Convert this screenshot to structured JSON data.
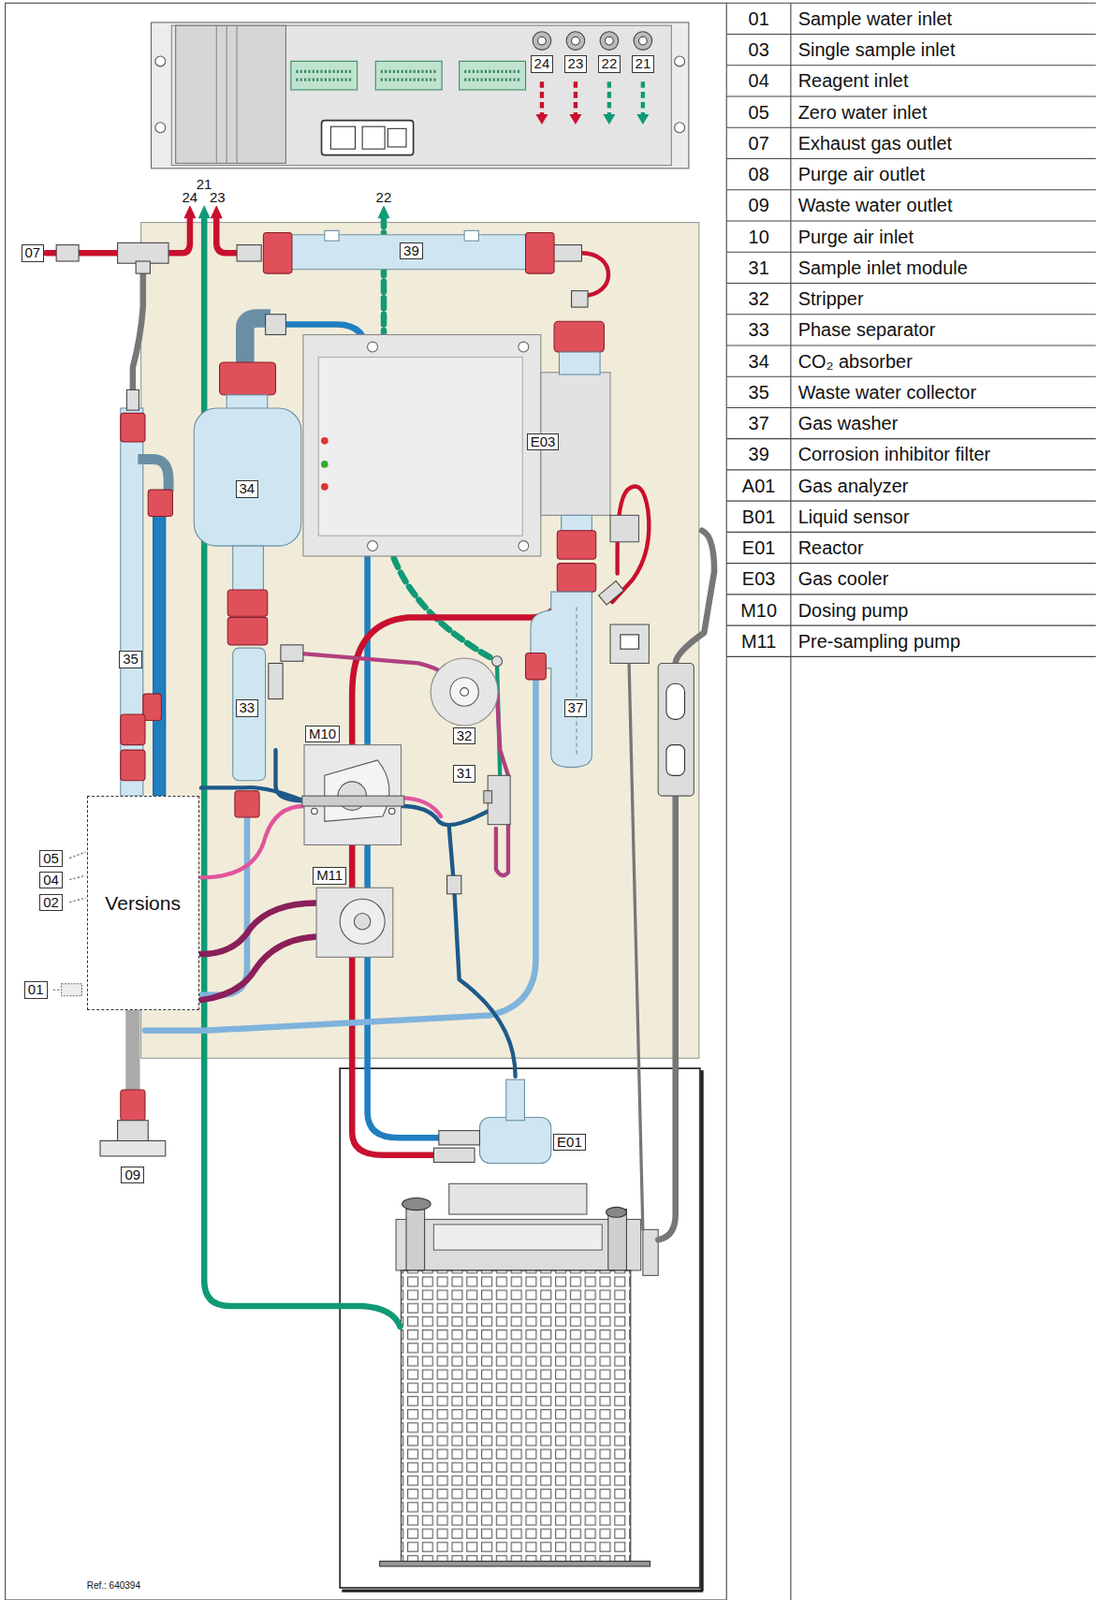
{
  "diagram": {
    "nodes": [
      {
        "text": [
          "Versions"
        ]
      }
    ],
    "labels": [
      "24",
      "23",
      "22",
      "21",
      "21",
      "24",
      "23",
      "22",
      "07",
      "39",
      "34",
      "E03",
      "35",
      "33",
      "32",
      "M10",
      "31",
      "37",
      "05",
      "04",
      "02",
      "01",
      "M11",
      "E01",
      "09",
      "Ref.: 640394",
      "01",
      "Sample water inlet",
      "03",
      "Single sample inlet",
      "04",
      "Reagent inlet",
      "05",
      "Zero water inlet",
      "07",
      "Exhaust gas outlet",
      "08",
      "Purge air outlet",
      "09",
      "Waste water outlet",
      "10",
      "Purge air inlet",
      "31",
      "Sample inlet module",
      "32",
      "Stripper",
      "33",
      "Phase separator",
      "34",
      "CO₂ absorber",
      "35",
      "Waste water collector",
      "37",
      "Gas washer",
      "39",
      "Corrosion inhibitor filter",
      "A01",
      "Gas analyzer",
      "B01",
      "Liquid sensor",
      "E01",
      "Reactor",
      "E03",
      "Gas cooler",
      "M10",
      "Dosing pump",
      "M11",
      "Pre-sampling pump"
    ]
  }
}
